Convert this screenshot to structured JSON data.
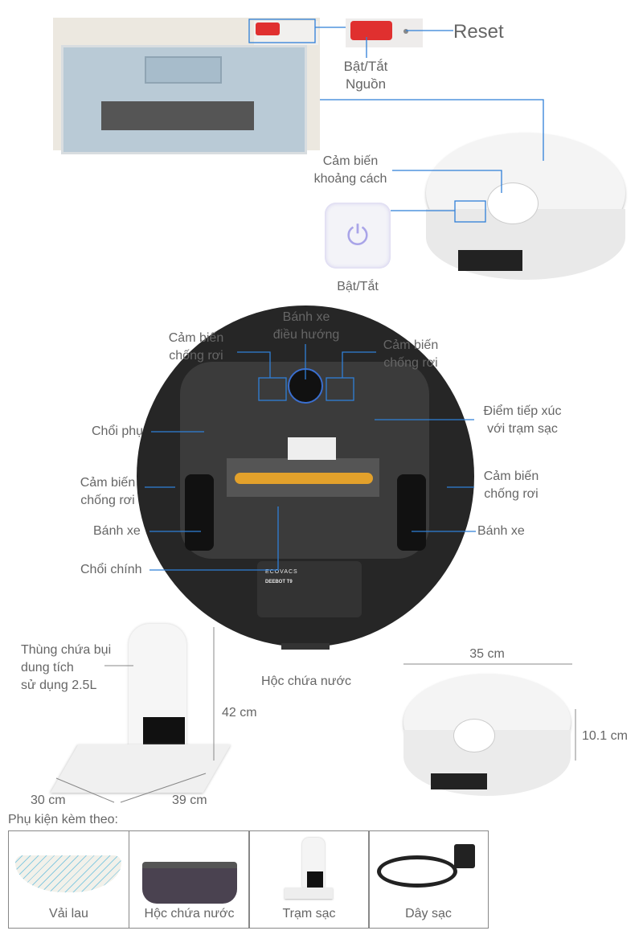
{
  "top_section": {
    "reset_label": "Reset",
    "power_switch_label": "Bật/Tắt\nNguồn",
    "distance_sensor_label": "Cảm biến\nkhoảng cách",
    "power_button_label": "Bật/Tắt"
  },
  "bottom_view": {
    "nav_wheel_label": "Bánh xe\nđiều hướng",
    "cliff_sensor_top_left": "Cảm biến\nchống rơi",
    "cliff_sensor_top_right": "Cảm biến\nchống rơi",
    "side_brush": "Chổi phụ",
    "charging_contact": "Điểm tiếp xúc\nvới trạm sạc",
    "cliff_sensor_left": "Cảm biến\nchống rơi",
    "cliff_sensor_right": "Cảm biến\nchống rơi",
    "wheel_left": "Bánh xe",
    "wheel_right": "Bánh xe",
    "main_brush": "Chổi chính",
    "water_tank": "Hộc chứa nước",
    "brand": "ECOVACS",
    "model": "DEEBOT T9"
  },
  "dimensions": {
    "dust_bin": "Thùng chứa bụi\ndung tích\nsử dụng 2.5L",
    "station_height": "42 cm",
    "station_depth": "30 cm",
    "station_width": "39 cm",
    "robot_diameter": "35 cm",
    "robot_height": "10.1 cm"
  },
  "accessories": {
    "title": "Phụ kiện kèm theo:",
    "items": [
      {
        "label": "Vải lau",
        "icon": "mop-cloth-icon"
      },
      {
        "label": "Hộc chứa nước",
        "icon": "water-tank-icon"
      },
      {
        "label": "Trạm sạc",
        "icon": "charging-station-icon"
      },
      {
        "label": "Dây sạc",
        "icon": "charging-cable-icon"
      }
    ]
  },
  "colors": {
    "callout_line": "#2f7fd8",
    "switch_red": "#e0302f",
    "robot_bottom": "#262626"
  }
}
